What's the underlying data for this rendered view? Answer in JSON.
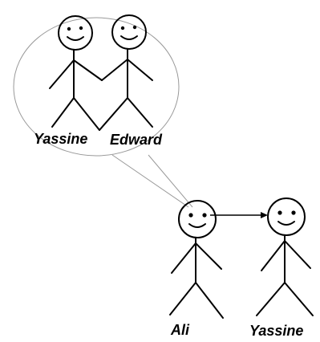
{
  "diagram": {
    "thought_bubble": {
      "figures": [
        {
          "name": "Yassine"
        },
        {
          "name": "Edward"
        }
      ]
    },
    "figures": [
      {
        "name": "Ali"
      },
      {
        "name": "Yassine"
      }
    ],
    "colors": {
      "line": "#000000",
      "bubble_outline": "#999999",
      "background": "#ffffff"
    }
  }
}
